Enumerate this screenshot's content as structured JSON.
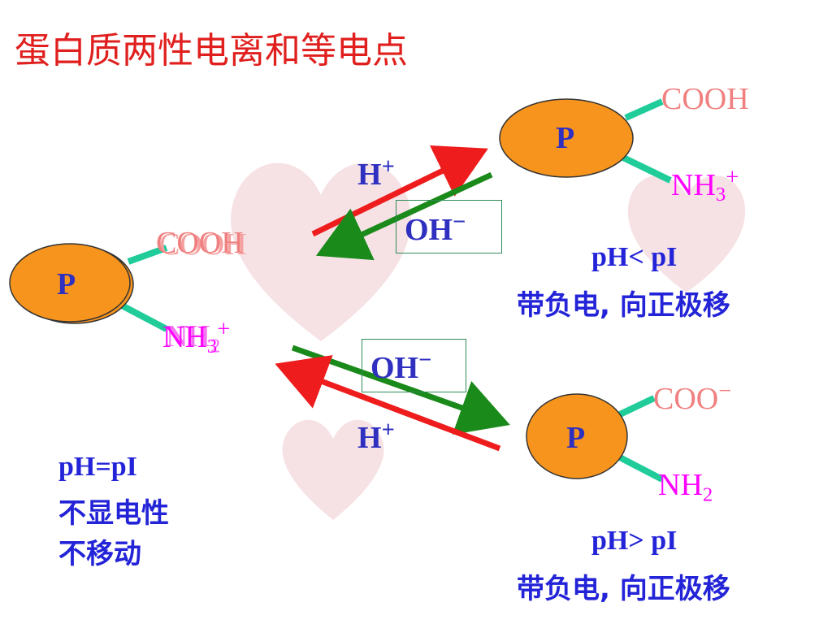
{
  "title": "蛋白质两性电离和等电点",
  "colors": {
    "title": "#e0201e",
    "protein_fill": "#f7941d",
    "bond": "#1fcc9a",
    "cooh": "#f08080",
    "nh": "#ff00ff",
    "ion": "#3030c0",
    "blue_text": "#2323d8",
    "red_arrow": "#ee1c1c",
    "green_arrow": "#1a8a1a",
    "heart": "#f4dde0"
  },
  "center": {
    "protein_label": "P",
    "group_top": "COOH",
    "group_top_ghost": "COOH",
    "group_bottom_a": "NH",
    "group_bottom_a_sub": "3",
    "group_bottom_a_sup": "+",
    "group_bottom_b": "NH",
    "group_bottom_b_sub": "2",
    "condition": "pH=pI",
    "line1": "不显电性",
    "line2": "不移动"
  },
  "top_right": {
    "protein_label": "P",
    "group_top": "COOH",
    "group_bottom": "NH",
    "group_bottom_sub": "3",
    "group_bottom_sup": "+",
    "condition": "pH<  pI",
    "line1": "带负电, 向正极移"
  },
  "bottom_right": {
    "protein_label": "P",
    "group_top": "COO",
    "group_top_sup": "−",
    "group_bottom": "NH",
    "group_bottom_sub": "2",
    "condition": "pH>  pI",
    "line1": "带负电, 向正极移"
  },
  "reactions": {
    "upper_forward": "H",
    "upper_forward_sup": "+",
    "upper_reverse": "OH",
    "upper_reverse_sup": "−",
    "lower_forward": "OH",
    "lower_forward_sup": "−",
    "lower_reverse": "H",
    "lower_reverse_sup": "+"
  }
}
